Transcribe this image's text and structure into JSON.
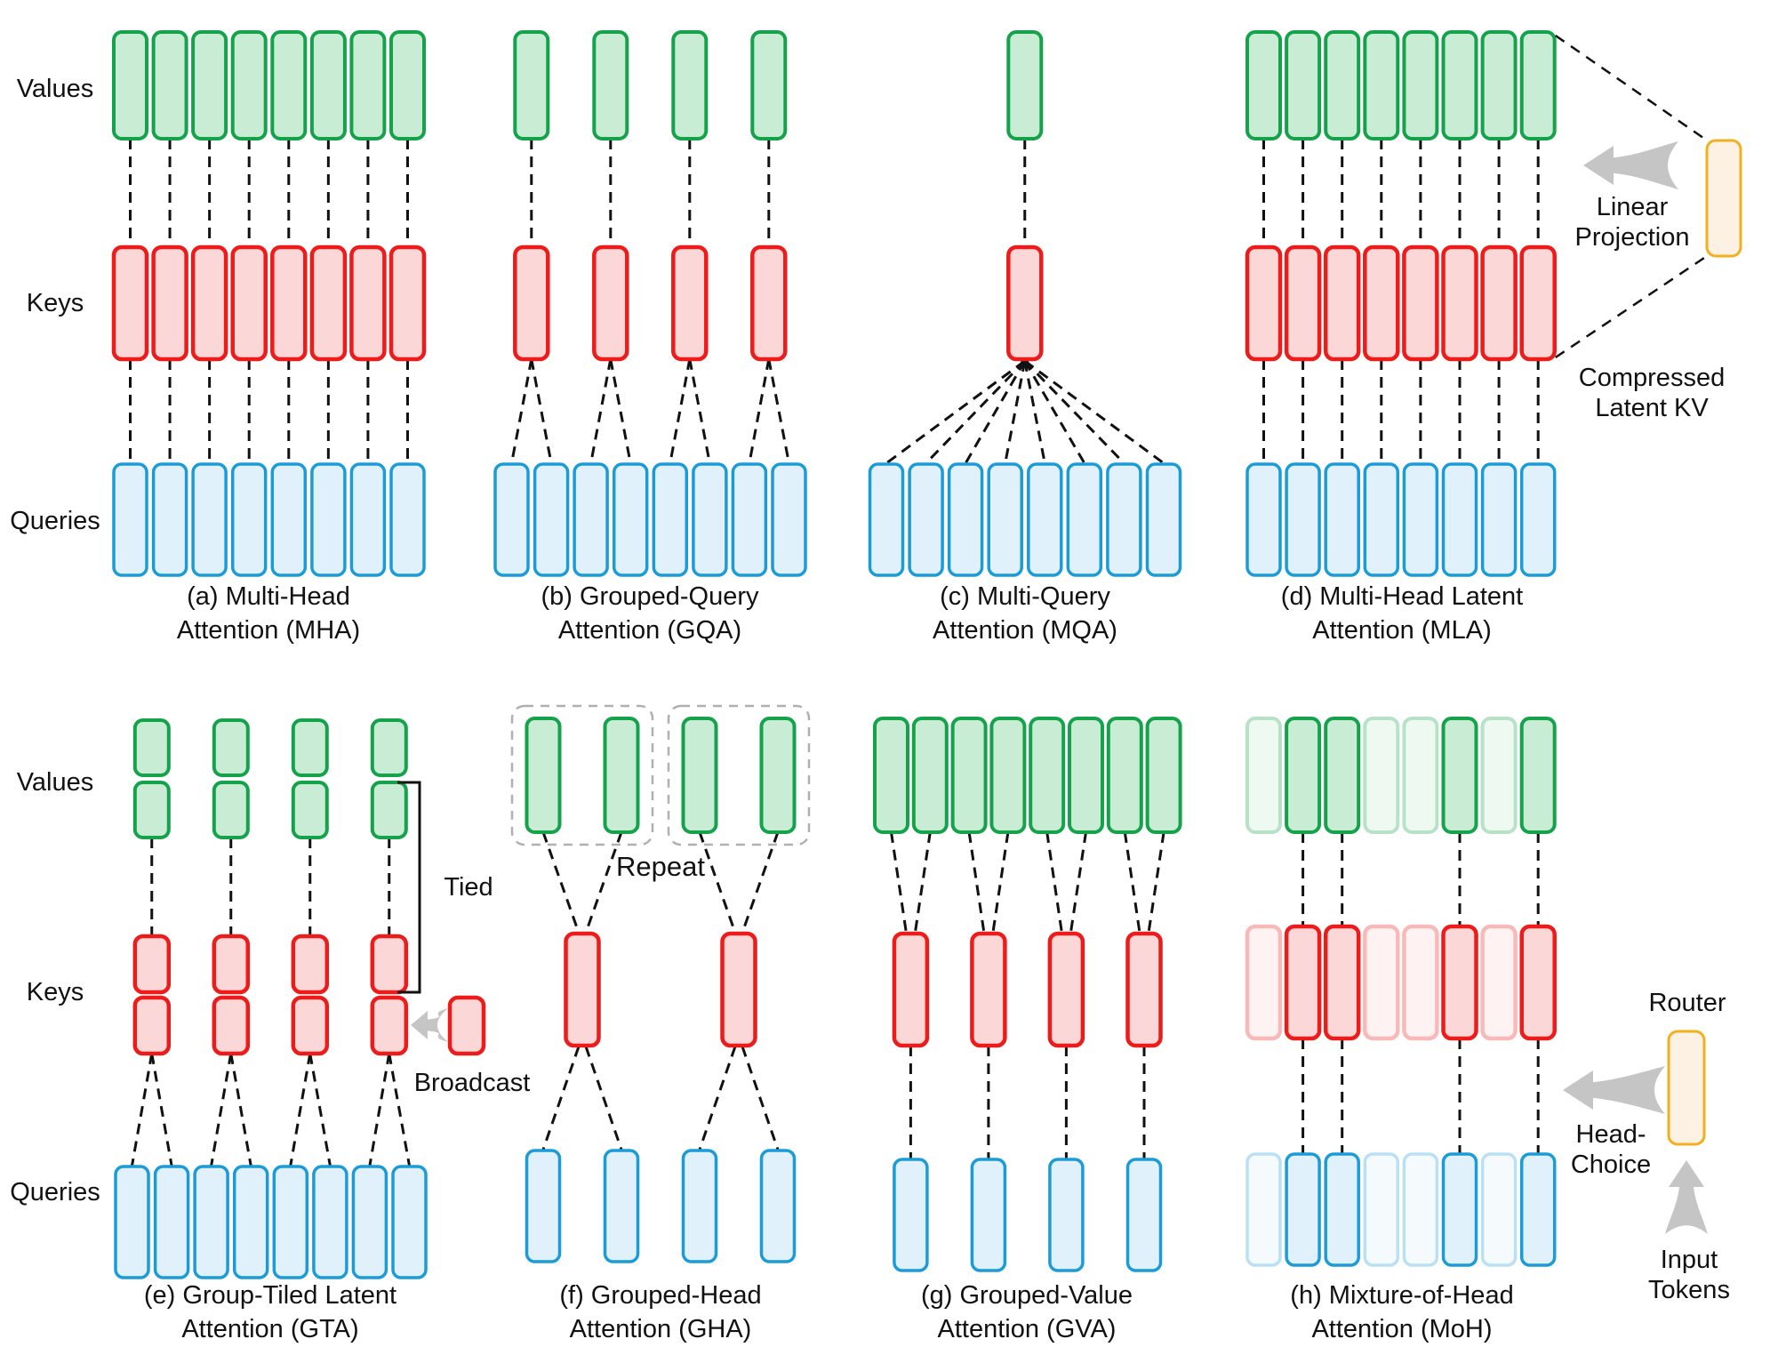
{
  "figure": "Attention architecture variants diagram",
  "row_labels": {
    "values": "Values",
    "keys": "Keys",
    "queries": "Queries"
  },
  "panels": [
    {
      "id": "mha",
      "caption_line1": "(a) Multi-Head",
      "caption_line2": "Attention (MHA)",
      "value_heads": 8,
      "key_heads": 8,
      "query_heads": 8,
      "mapping": "one-to-one"
    },
    {
      "id": "gqa",
      "caption_line1": "(b) Grouped-Query",
      "caption_line2": "Attention (GQA)",
      "value_heads": 4,
      "key_heads": 4,
      "query_heads": 8,
      "queries_per_group": 2
    },
    {
      "id": "mqa",
      "caption_line1": "(c) Multi-Query",
      "caption_line2": "Attention (MQA)",
      "value_heads": 1,
      "key_heads": 1,
      "query_heads": 8
    },
    {
      "id": "mla",
      "caption_line1": "(d) Multi-Head Latent",
      "caption_line2": "Attention (MLA)",
      "value_heads": 8,
      "key_heads": 8,
      "query_heads": 8,
      "latent_box": true
    },
    {
      "id": "gta",
      "caption_line1": "(e) Group-Tiled Latent",
      "caption_line2": "Attention (GTA)",
      "value_heads": 4,
      "key_heads": 4,
      "query_heads": 8,
      "tiled": 2
    },
    {
      "id": "gha",
      "caption_line1": "(f) Grouped-Head",
      "caption_line2": "Attention (GHA)",
      "value_heads": 4,
      "key_heads": 2,
      "query_heads": 4,
      "repeat_groups": 2
    },
    {
      "id": "gva",
      "caption_line1": "(g) Grouped-Value",
      "caption_line2": "Attention (GVA)",
      "value_heads": 8,
      "key_heads": 4,
      "query_heads": 4
    },
    {
      "id": "moh",
      "caption_line1": "(h) Mixture-of-Head",
      "caption_line2": "Attention (MoH)",
      "value_heads": 8,
      "key_heads": 8,
      "query_heads": 8,
      "active_heads": [
        2,
        3,
        6,
        8
      ]
    }
  ],
  "annotations": {
    "linear_projection": {
      "line1": "Linear",
      "line2": "Projection"
    },
    "compressed_latent_kv": {
      "line1": "Compressed",
      "line2": "Latent KV"
    },
    "tied": "Tied",
    "broadcast": "Broadcast",
    "repeat": "Repeat",
    "router": "Router",
    "head_choice": {
      "line1": "Head-",
      "line2": "Choice"
    },
    "input_tokens": {
      "line1": "Input",
      "line2": "Tokens"
    }
  },
  "colors": {
    "value_fill": "#c9ecd4",
    "value_border": "#14a24b",
    "key_fill": "#fcd7d7",
    "key_border": "#ee1b1b",
    "query_fill": "#e0f1fb",
    "query_border": "#1b9cd8",
    "latent_fill": "#fdf1e3",
    "latent_border": "#f2b01e",
    "connector": "#111111",
    "group_box": "#b0b0b0",
    "arrow_gray": "#c5c5c5"
  }
}
